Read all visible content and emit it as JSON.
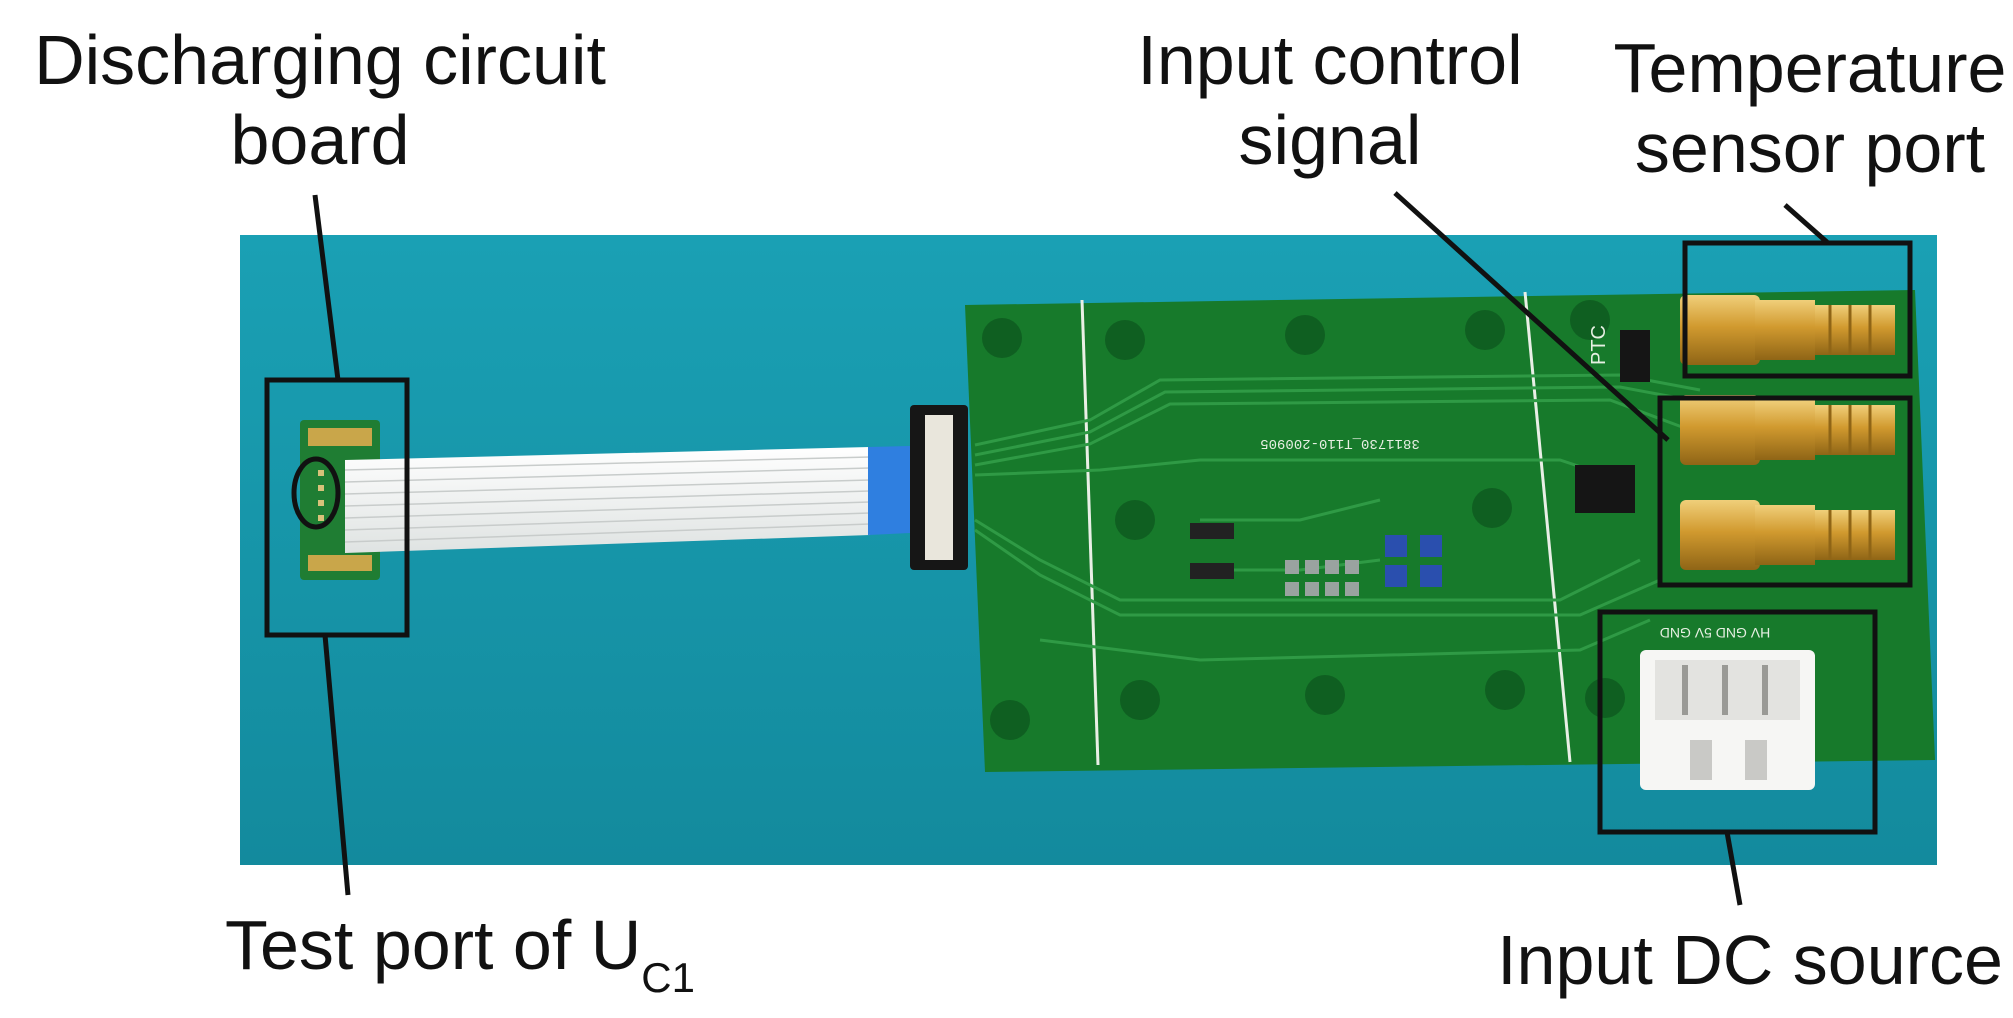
{
  "labels": {
    "discharging_line1": "Discharging circuit",
    "discharging_line2": "board",
    "input_control_line1": "Input control",
    "input_control_line2": "signal",
    "temperature_line1": "Temperature",
    "temperature_line2": "sensor port",
    "test_port_text": "Test port of U",
    "test_port_subscript": "C1",
    "input_dc": "Input DC source"
  },
  "pcb_silkscreen": {
    "part_number": "3811730_T110-200905",
    "ptc_label": "PTC",
    "connector_pins": "HV GND 5V GND"
  },
  "colors": {
    "mat": "#1594a8",
    "pcb": "#177a2b",
    "ribbon": "#eef0ee",
    "ribbon_tab": "#2f7fe0",
    "sma_gold": "#d6a33a",
    "frame": "#111111"
  }
}
